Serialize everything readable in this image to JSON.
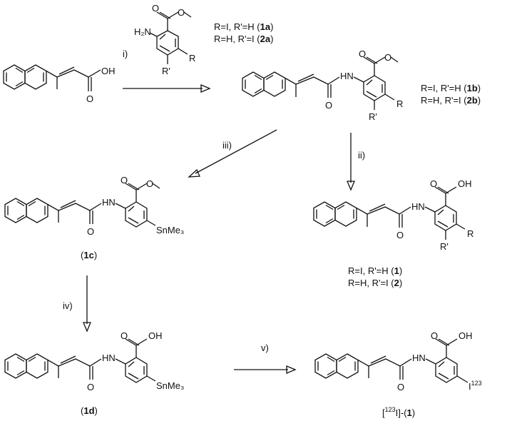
{
  "reagents": {
    "a": "i)",
    "b": "ii)",
    "c": "iii)",
    "d": "iv)",
    "e": "v)"
  },
  "amine_label": "H₂N",
  "sub_R": "R",
  "sub_Rp": "R'",
  "oh": "OH",
  "h": "H",
  "n": "N",
  "o": "O",
  "sn": "SnMe₃",
  "lines": {
    "l1a": "R=I, R'=H (",
    "l1a_b": "1a",
    "l1a_c": ")",
    "l2a": "R=H, R'=I (",
    "l2a_b": "2a",
    "l2a_c": ")",
    "l1b": "R=I, R'=H (",
    "l1b_b": "1b",
    "l1b_c": ")",
    "l2b": "R=H, R'=I (",
    "l2b_b": "2b",
    "l2b_c": ")",
    "l1": "R=I, R'=H (",
    "l1_b": "1",
    "l1_c": ")",
    "l2": "R=H, R'=I (",
    "l2_b": "2",
    "l2_c": ")"
  },
  "compounds": {
    "c1c_o": "(",
    "c1c": "1c",
    "c1c_c": ")",
    "c1d_o": "(",
    "c1d": "1d",
    "c1d_c": ")",
    "final_pre": "[",
    "final_sup": "123",
    "final_i": "I]-(",
    "final_b": "1",
    "final_c": ")",
    "iodo_sup": "123",
    "iodo_i": "I"
  }
}
